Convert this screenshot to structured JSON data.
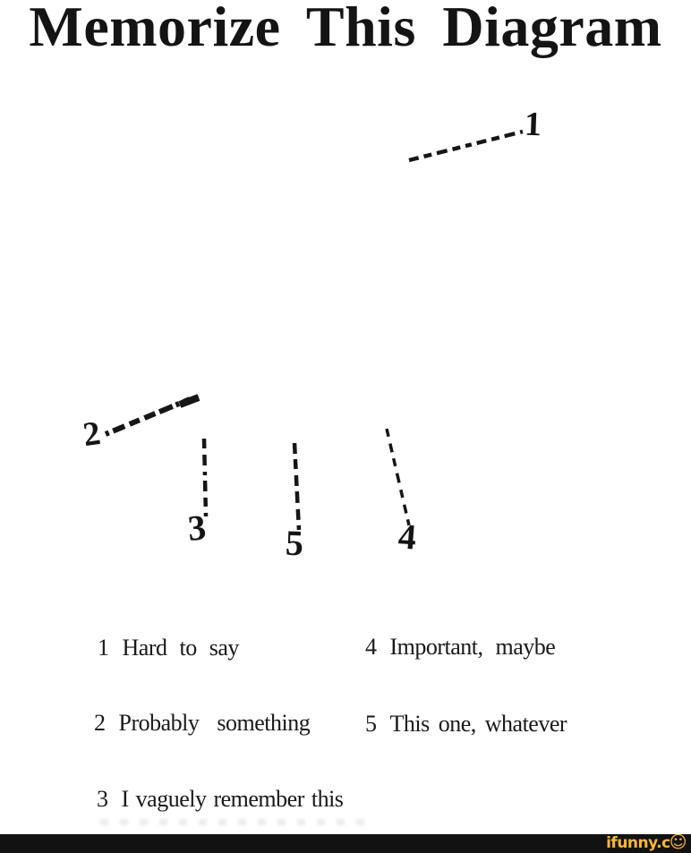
{
  "title": "Memorize This Diagram",
  "diagram": {
    "pointers": [
      {
        "num": "1"
      },
      {
        "num": "2"
      },
      {
        "num": "3"
      },
      {
        "num": "4"
      },
      {
        "num": "5"
      }
    ]
  },
  "legend": {
    "items": [
      {
        "num": "1",
        "text": "Hard to say"
      },
      {
        "num": "2",
        "text": "Probably something"
      },
      {
        "num": "3",
        "text": "I vaguely remember this"
      },
      {
        "num": "4",
        "text": "Important, maybe"
      },
      {
        "num": "5",
        "text": "This one, whatever"
      }
    ]
  },
  "watermark": {
    "brand": "ifunny.c",
    "smiley": "☺"
  },
  "colors": {
    "ink": "#161616",
    "background": "#ffffff",
    "bar": "#121212",
    "brand": "#F9B73B"
  }
}
